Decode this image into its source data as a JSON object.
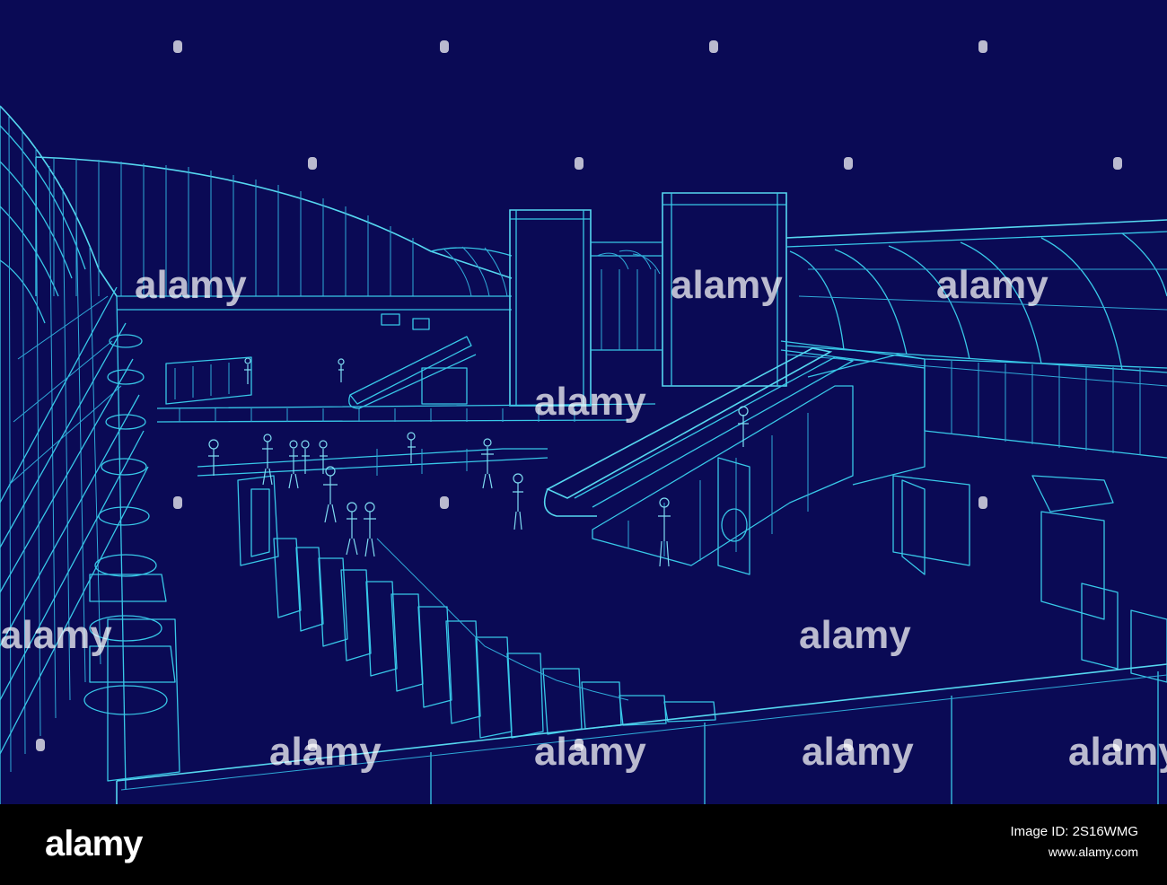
{
  "watermark": {
    "text": "alamy"
  },
  "footer": {
    "brand": "alamy",
    "image_id": "Image ID: 2S16WMG",
    "site": "www.alamy.com"
  },
  "colors": {
    "background": "#0a0a55",
    "linework": "#38c8e8",
    "footer": "#000000"
  }
}
